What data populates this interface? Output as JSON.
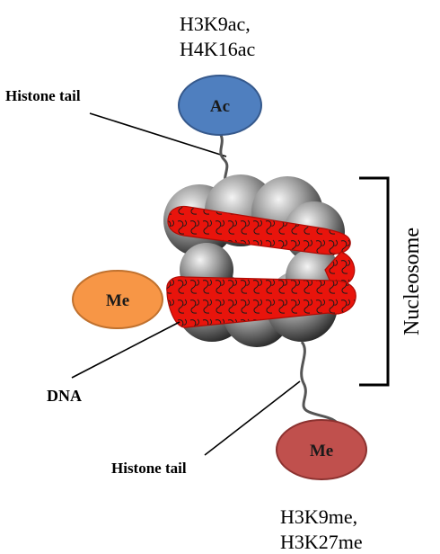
{
  "labels": {
    "top_marks_line1": "H3K9ac,",
    "top_marks_line2": "H4K16ac",
    "histone_tail_top": "Histone tail",
    "ac_ellipse": "Ac",
    "me_left_ellipse": "Me",
    "dna": "DNA",
    "nucleosome": "Nucleosome",
    "me_bottom_ellipse": "Me",
    "histone_tail_bottom": "Histone tail",
    "bottom_marks_line1": "H3K9me,",
    "bottom_marks_line2": "H3K27me"
  },
  "colors": {
    "acetylation": "#4f7fbf",
    "acetylation_edge": "#36598c",
    "methylation_left": "#f79646",
    "methylation_left_edge": "#c0712e",
    "methylation_bottom": "#c0504d",
    "methylation_bottom_edge": "#8c3230",
    "dna": "#e8140c",
    "histone_dark": "#2b2b2b",
    "histone_light": "#f2f2f2"
  }
}
